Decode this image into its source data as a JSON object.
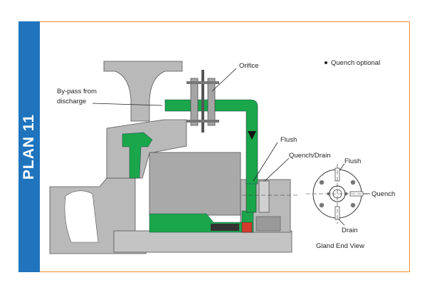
{
  "plan_title": "PLAN 11",
  "labels": {
    "orifice": "Orifice",
    "quench_optional": "Quench optional",
    "bypass_line1": "By-pass from",
    "bypass_line2": "discharge",
    "flush": "Flush",
    "quench_drain": "Quench/Drain",
    "gland_flush": "Flush",
    "gland_quench": "Quench",
    "gland_drain": "Drain",
    "gland_end_view": "Gland End View"
  },
  "colors": {
    "accent_bar": "#1f74bd",
    "frame_border": "#f28a2e",
    "flush_fluid": "#1aa64a",
    "metal": "#b9b9b9",
    "metal_dark": "#8e8e8e"
  }
}
